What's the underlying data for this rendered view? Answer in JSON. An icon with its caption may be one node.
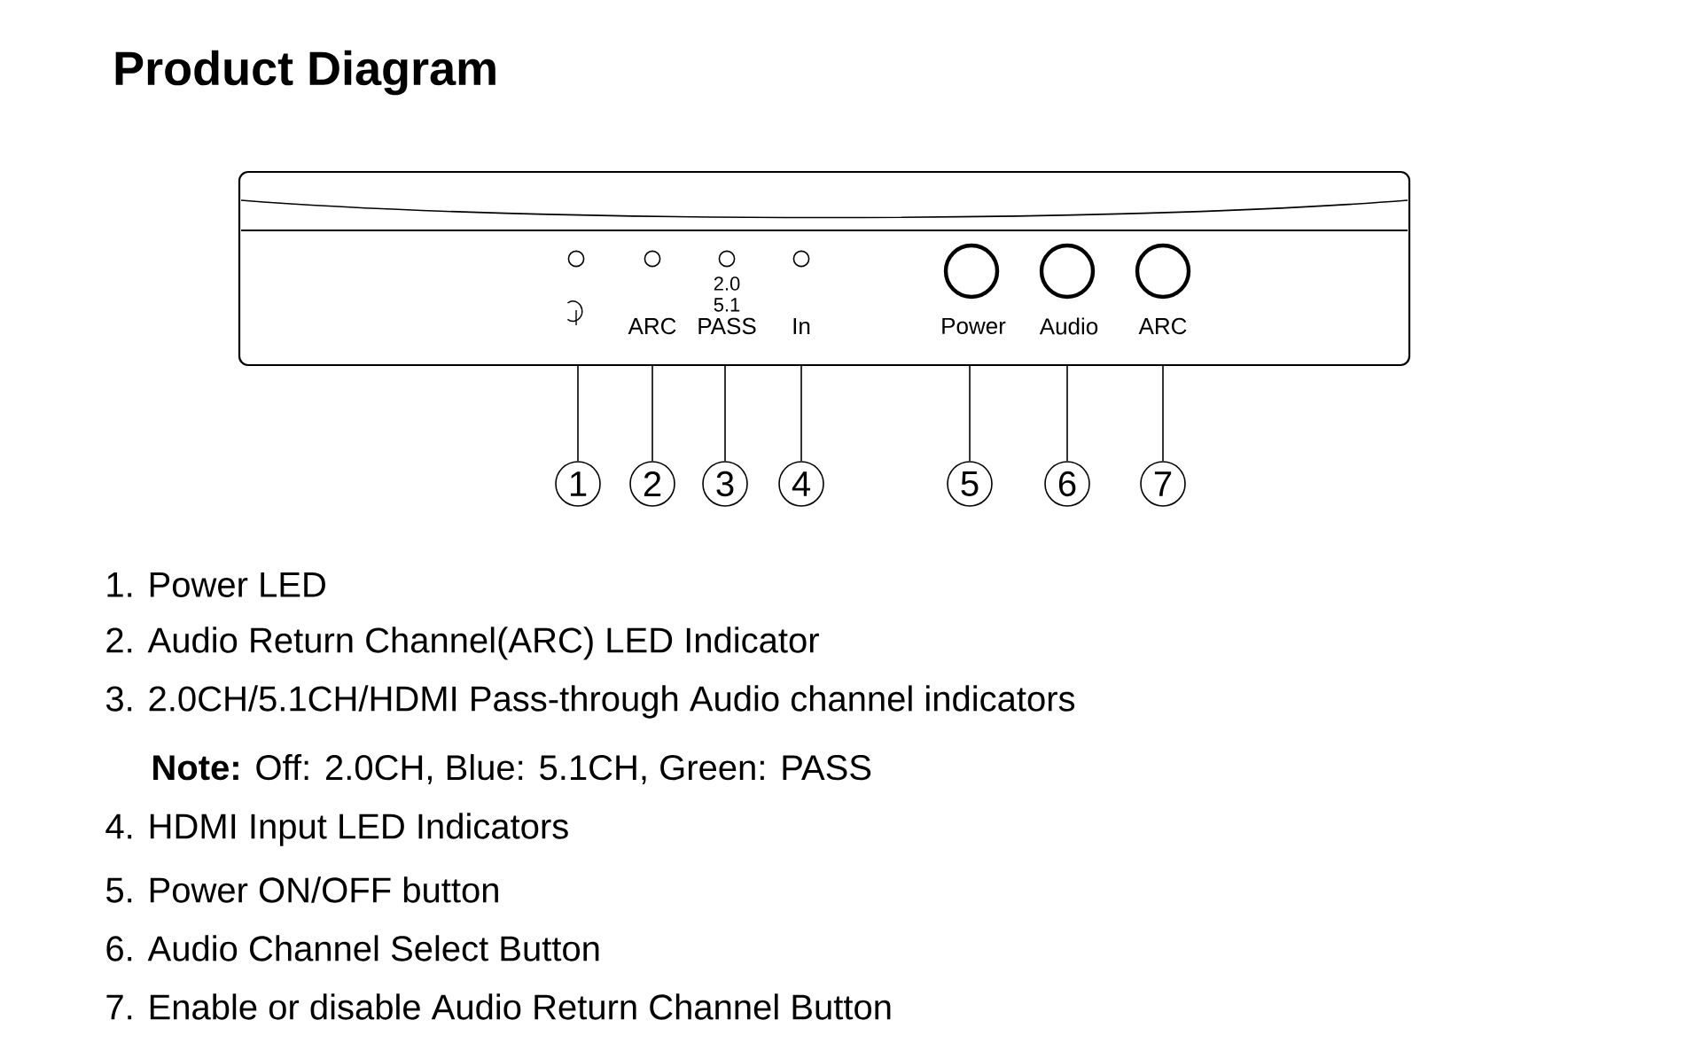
{
  "diagram": {
    "title": "Product Diagram",
    "nodes": [
      {
        "text": [
          "ARC",
          "2.0",
          "5.1",
          "PASS",
          "In",
          "Power",
          "Audio",
          "ARC"
        ]
      },
      {
        "text": [
          "1"
        ]
      },
      {
        "text": [
          "2"
        ]
      },
      {
        "text": [
          "3"
        ]
      },
      {
        "text": [
          "4"
        ]
      },
      {
        "text": [
          "5"
        ]
      },
      {
        "text": [
          "6"
        ]
      },
      {
        "text": [
          "7"
        ]
      }
    ],
    "edges": [
      {
        "from": 1,
        "to": 0,
        "arrow": "none"
      },
      {
        "from": 2,
        "to": 0,
        "arrow": "none"
      },
      {
        "from": 3,
        "to": 0,
        "arrow": "none"
      },
      {
        "from": 4,
        "to": 0,
        "arrow": "none"
      },
      {
        "from": 5,
        "to": 0,
        "arrow": "none"
      },
      {
        "from": 6,
        "to": 0,
        "arrow": "none"
      },
      {
        "from": 7,
        "to": 0,
        "arrow": "none"
      }
    ],
    "labels": [
      "1. Power LED",
      "2. Audio Return Channel(ARC) LED Indicator",
      "3. 2.0CH/5.1CH/HDMI Pass-through Audio channel indicators",
      "**Note:** Off: 2.0CH,  Blue: 5.1CH,  Green: PASS",
      "4. HDMI Input LED Indicators",
      "5. Power ON/OFF button",
      "6. Audio Channel Select Button",
      "7. Enable or disable Audio Return Channel Button"
    ]
  }
}
